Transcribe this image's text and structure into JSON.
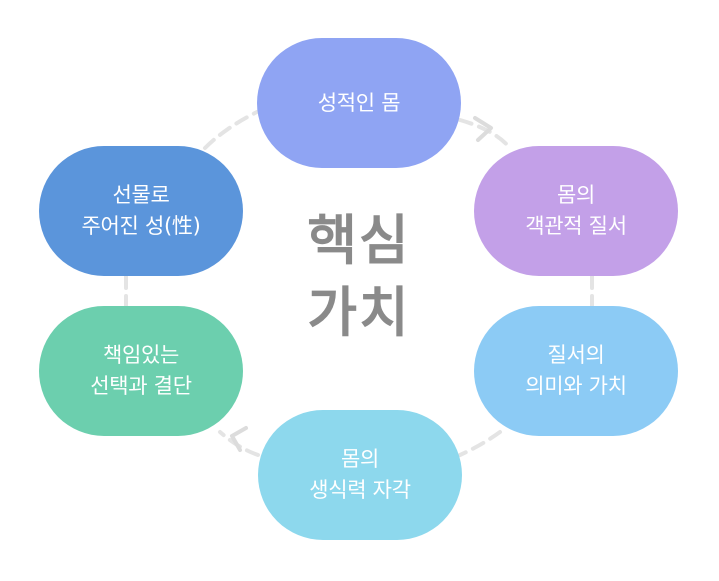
{
  "center": {
    "line1": "핵심",
    "line2": "가치"
  },
  "nodes": [
    {
      "lines": [
        "성적인 몸"
      ],
      "color": "#8fa4f3"
    },
    {
      "lines": [
        "몸의",
        "객관적 질서"
      ],
      "color": "#c3a0e8"
    },
    {
      "lines": [
        "질서의",
        "의미와 가치"
      ],
      "color": "#8ccbf5"
    },
    {
      "lines": [
        "몸의",
        "생식력 자각"
      ],
      "color": "#8dd8ed"
    },
    {
      "lines": [
        "책임있는",
        "선택과 결단"
      ],
      "color": "#6ccfae"
    },
    {
      "lines": [
        "선물로",
        "주어진 성(性)"
      ],
      "color": "#5b95db"
    }
  ],
  "connector_color": "#e4e4e4"
}
